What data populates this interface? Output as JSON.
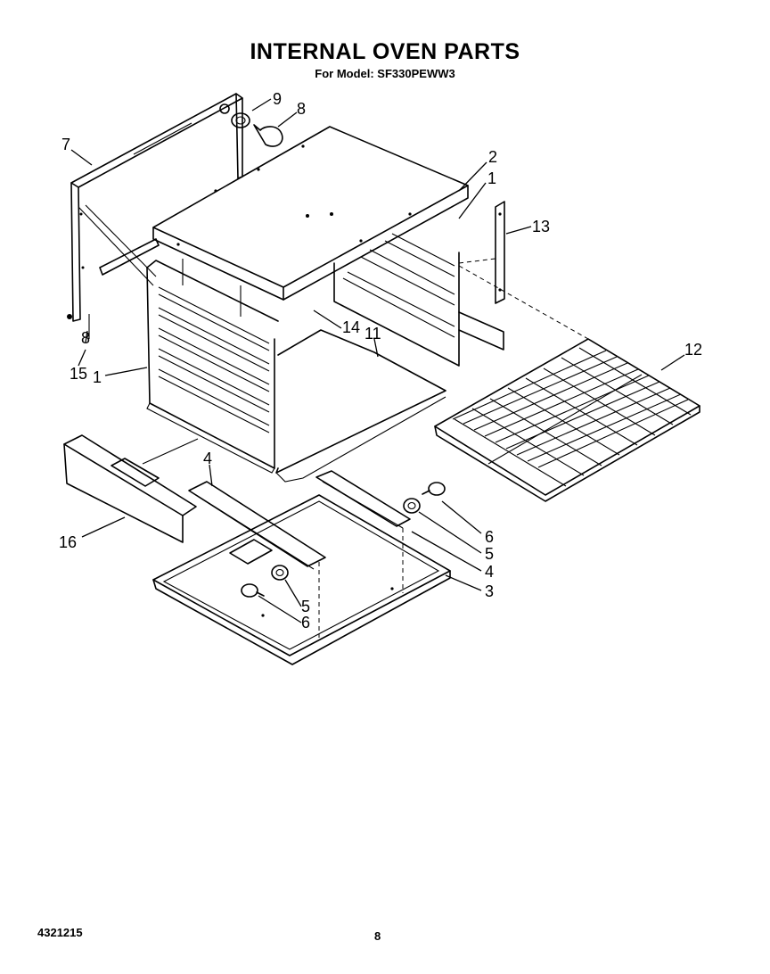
{
  "header": {
    "title": "INTERNAL OVEN PARTS",
    "subtitle": "For Model: SF330PEWW3"
  },
  "callouts": [
    {
      "id": "c9",
      "text": "9"
    },
    {
      "id": "c8",
      "text": "8"
    },
    {
      "id": "c7",
      "text": "7"
    },
    {
      "id": "c2",
      "text": "2"
    },
    {
      "id": "c1a",
      "text": "1"
    },
    {
      "id": "c13",
      "text": "13"
    },
    {
      "id": "c14",
      "text": "14"
    },
    {
      "id": "c11",
      "text": "11"
    },
    {
      "id": "c15a",
      "text": "8"
    },
    {
      "id": "c15",
      "text": "15"
    },
    {
      "id": "c1b",
      "text": "1"
    },
    {
      "id": "c12",
      "text": "12"
    },
    {
      "id": "c4a",
      "text": "4"
    },
    {
      "id": "c16",
      "text": "16"
    },
    {
      "id": "c6a",
      "text": "6"
    },
    {
      "id": "c5a",
      "text": "5"
    },
    {
      "id": "c4b",
      "text": "4"
    },
    {
      "id": "c3",
      "text": "3"
    },
    {
      "id": "c5b",
      "text": "5"
    },
    {
      "id": "c6b",
      "text": "6"
    }
  ],
  "footer": {
    "doc_number": "4321215",
    "page_number": "8"
  }
}
